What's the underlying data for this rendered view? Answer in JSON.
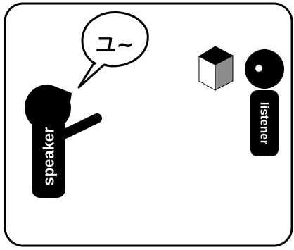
{
  "speaker": {
    "label": "speaker",
    "utterance": "ユ~"
  },
  "listener": {
    "label": "listener"
  },
  "object": {
    "icon": "cube-icon",
    "colors": {
      "top": "#000000",
      "left": "#ffffff",
      "right": "#8c8c8c"
    }
  },
  "colors": {
    "ink": "#000000",
    "paper": "#ffffff"
  }
}
